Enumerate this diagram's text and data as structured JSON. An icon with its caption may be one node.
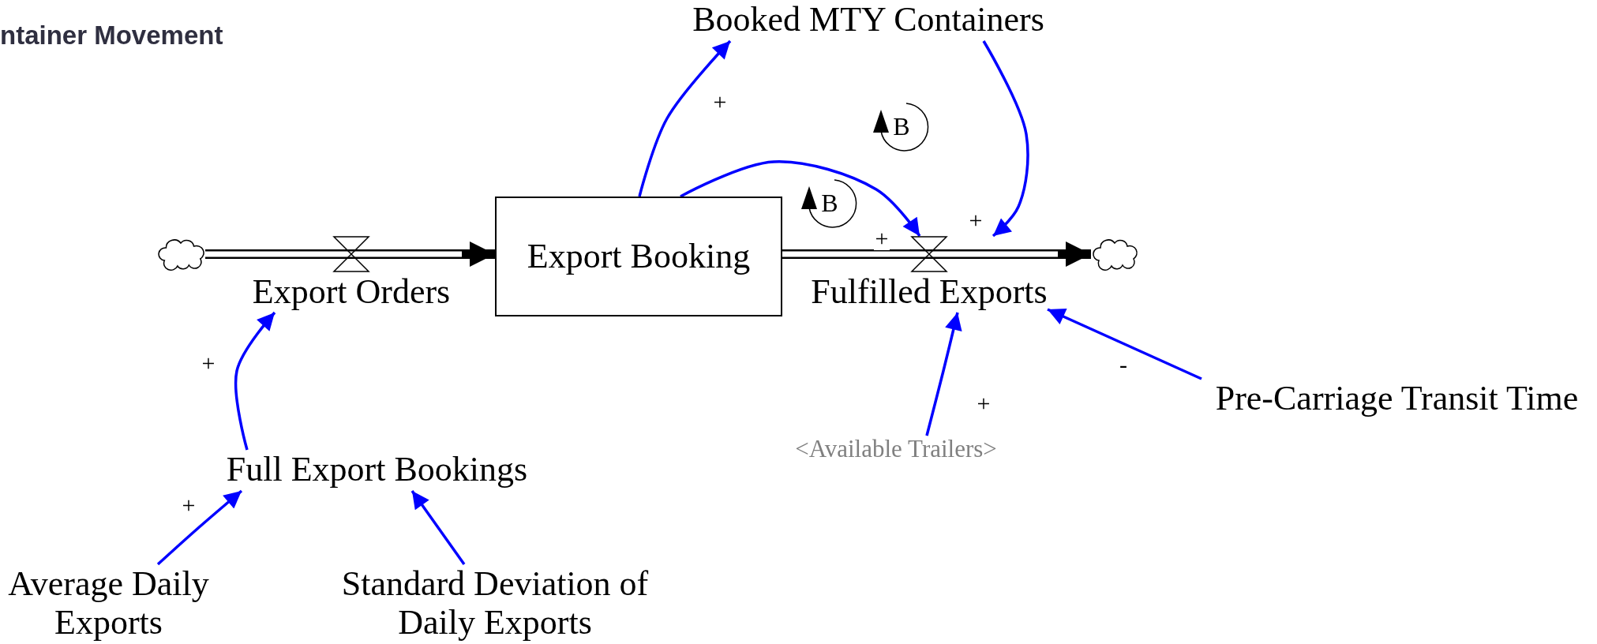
{
  "diagram": {
    "title": "ntainer Movement",
    "nodes": [
      {
        "text": [
          "Booked MTY Containers"
        ]
      },
      {
        "text": [],
        "shape": "cloud"
      },
      {
        "text": [
          "Export Orders"
        ]
      },
      {
        "text": [
          "Export Booking"
        ]
      },
      {
        "text": [
          "Fulfilled Exports"
        ]
      },
      {
        "text": [],
        "shape": "cloud"
      },
      {
        "text": [
          "Pre-Carriage Transit Time"
        ]
      },
      {
        "text": [
          "<Available Trailers>"
        ]
      },
      {
        "text": [
          "Full Export Bookings"
        ]
      },
      {
        "text": [
          "Average Daily Exports"
        ]
      },
      {
        "text": [
          "Standard Deviation of Daily Exports"
        ]
      }
    ],
    "edges": [
      {
        "from": 3,
        "to": 0,
        "arrow": "to",
        "label": "+"
      },
      {
        "from": 0,
        "to": 4,
        "arrow": "to",
        "label": "+"
      },
      {
        "from": 3,
        "to": 4,
        "arrow": "to",
        "label": "+"
      },
      {
        "from": 7,
        "to": 4,
        "arrow": "to",
        "label": "+"
      },
      {
        "from": 6,
        "to": 4,
        "arrow": "to",
        "label": "-"
      },
      {
        "from": 8,
        "to": 2,
        "arrow": "to",
        "label": "+"
      },
      {
        "from": 9,
        "to": 8,
        "arrow": "to",
        "label": "+"
      },
      {
        "from": 10,
        "to": 8,
        "arrow": "to"
      },
      {
        "from": 1,
        "to": 2,
        "arrow": "none",
        "style": "thick",
        "color": "#000000"
      },
      {
        "from": 2,
        "to": 3,
        "arrow": "to",
        "style": "thick",
        "color": "#000000"
      },
      {
        "from": 3,
        "to": 4,
        "arrow": "none",
        "style": "thick",
        "color": "#000000"
      },
      {
        "from": 4,
        "to": 5,
        "arrow": "to",
        "style": "thick",
        "color": "#000000"
      }
    ],
    "labels": [
      "B",
      "B"
    ]
  }
}
